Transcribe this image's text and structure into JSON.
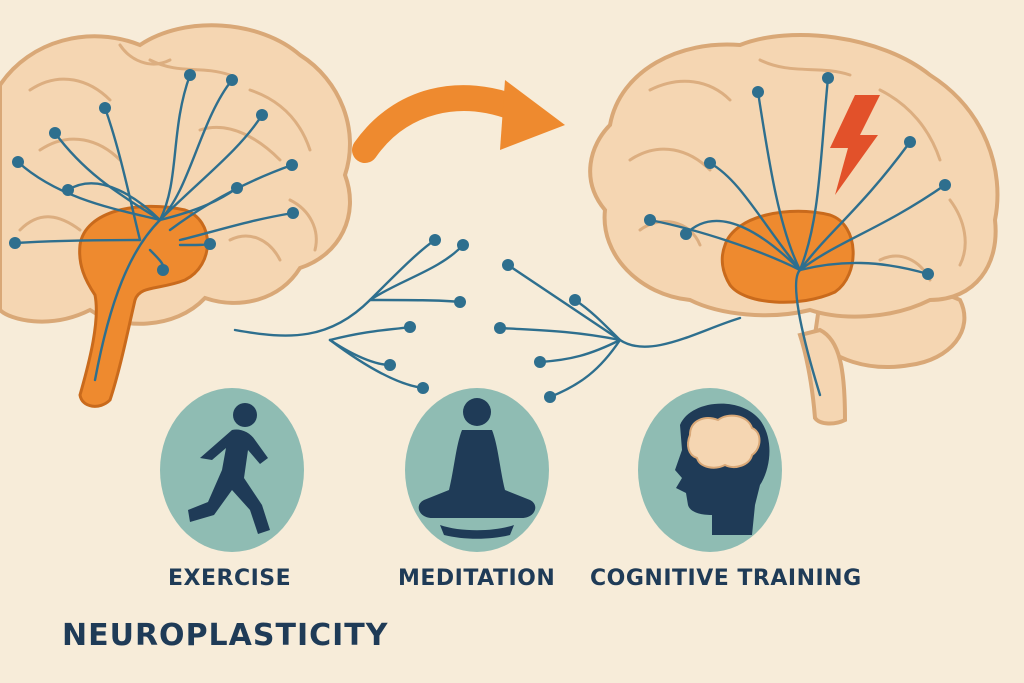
{
  "title": "NEUROPLASTICITY",
  "activities": [
    {
      "label": "EXERCISE",
      "icon": "running-person-icon"
    },
    {
      "label": "MEDITATION",
      "icon": "meditating-person-icon"
    },
    {
      "label": "COGNITIVE TRAINING",
      "icon": "head-with-brain-icon"
    }
  ],
  "colors": {
    "background": "#f7ecd9",
    "brain": "#f5d6b2",
    "brain_outline": "#d9a877",
    "accent_orange": "#ee8a2f",
    "neuron": "#2e6f8e",
    "circle_fill": "#8fbcb3",
    "figure": "#1f3b57",
    "lightning": "#e2512a"
  }
}
